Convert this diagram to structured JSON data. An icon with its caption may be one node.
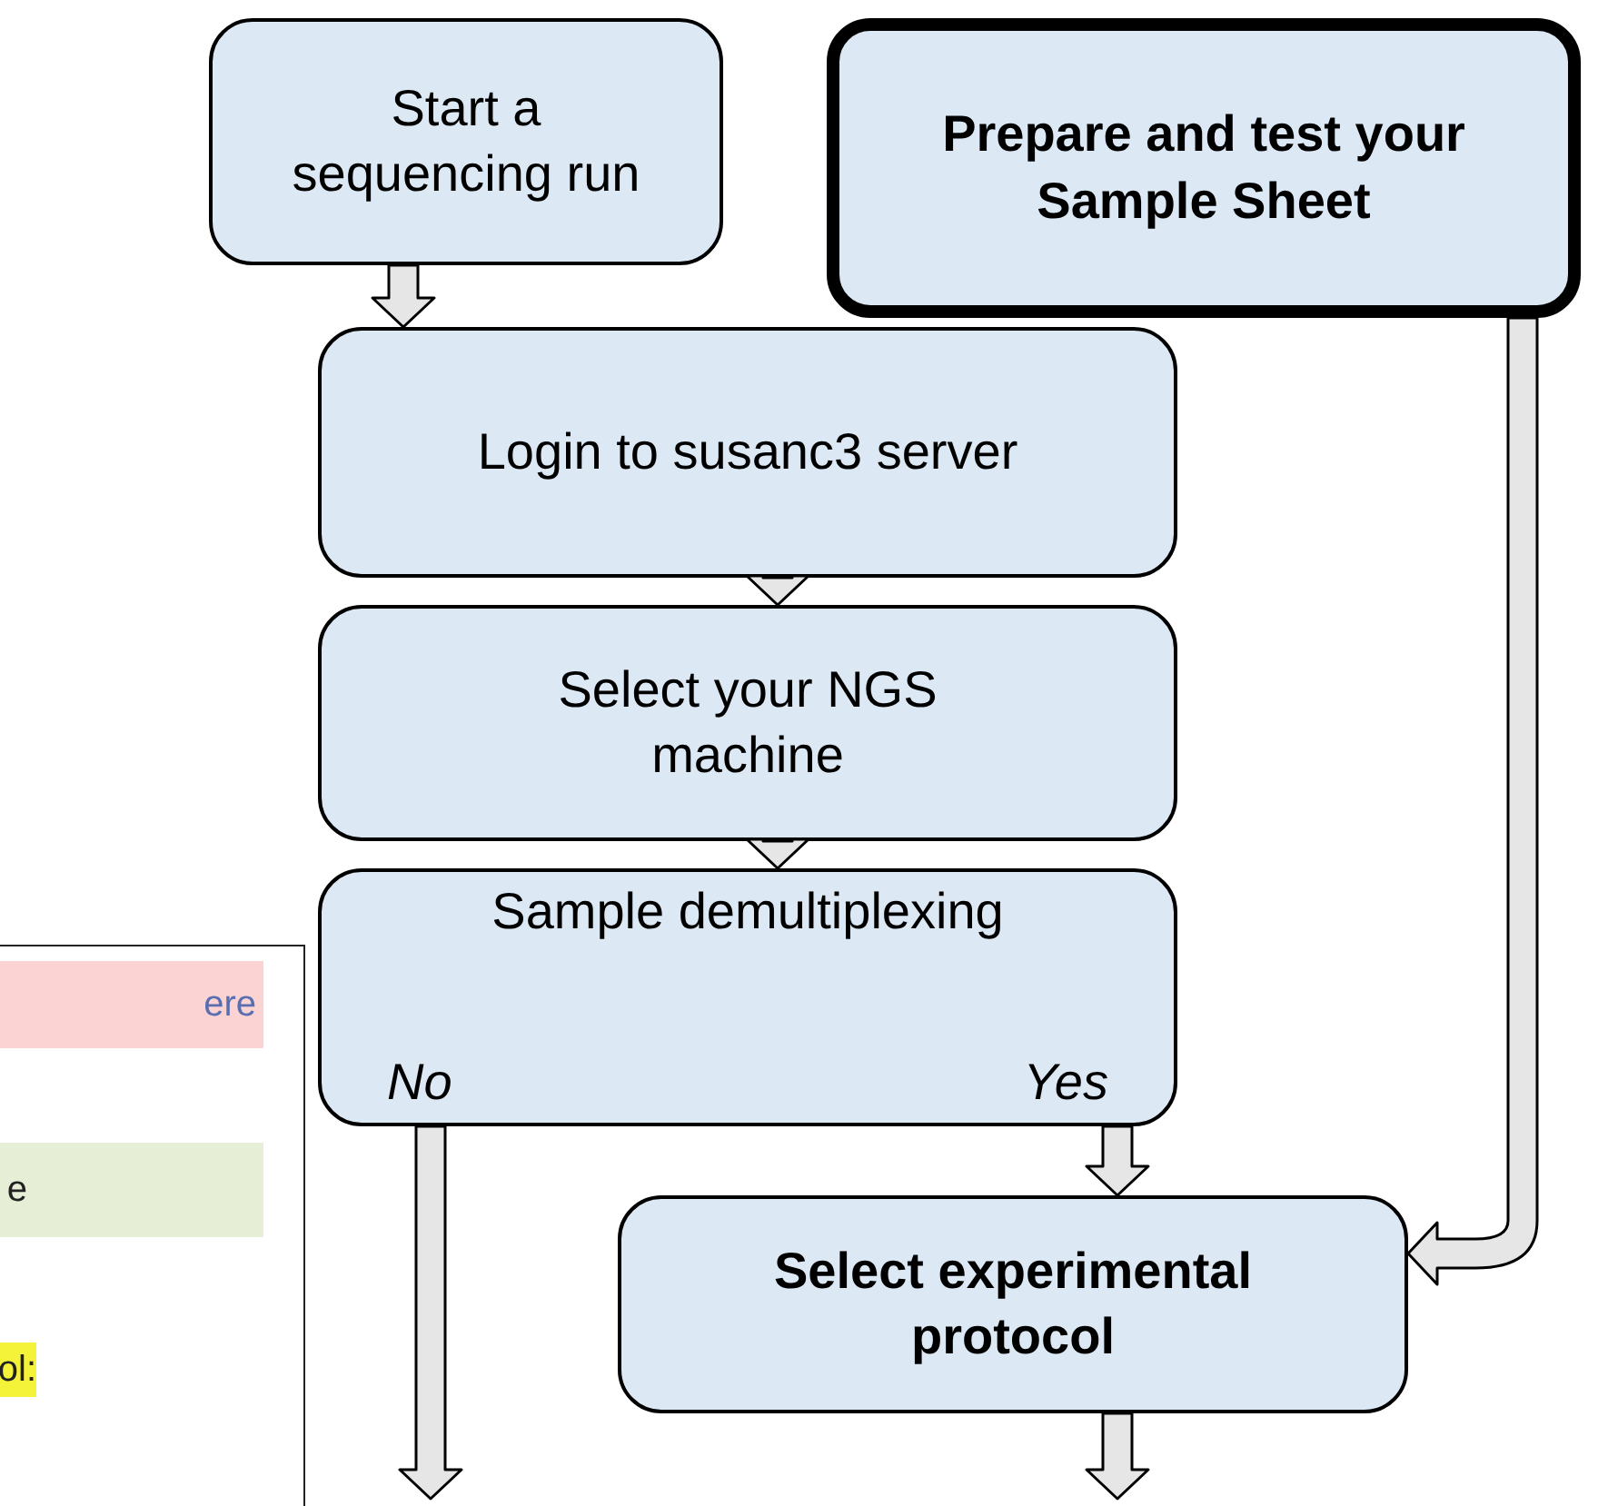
{
  "diagram": {
    "nodes": [
      {
        "text": [
          "Start a sequencing run"
        ]
      },
      {
        "text": [
          "Prepare and test your Sample Sheet"
        ]
      },
      {
        "text": [
          "Login to susanc3 server"
        ]
      },
      {
        "text": [
          "Select your NGS machine"
        ]
      },
      {
        "text": [
          "Sample demultiplexing",
          "No",
          "Yes"
        ]
      },
      {
        "text": [
          "Select experimental protocol"
        ]
      },
      {
        "text": [
          "ere",
          "e",
          "ol:"
        ]
      }
    ],
    "edges": [
      {
        "from": 0,
        "to": 2,
        "arrow": "to"
      },
      {
        "from": 2,
        "to": 3,
        "arrow": "to"
      },
      {
        "from": 3,
        "to": 4,
        "arrow": "to"
      },
      {
        "from": 4,
        "to": 5,
        "arrow": "to"
      },
      {
        "from": 1,
        "to": 5,
        "arrow": "to"
      },
      {
        "from": 4,
        "to": null,
        "arrow": "to"
      },
      {
        "from": 5,
        "to": null,
        "arrow": "to"
      }
    ]
  }
}
